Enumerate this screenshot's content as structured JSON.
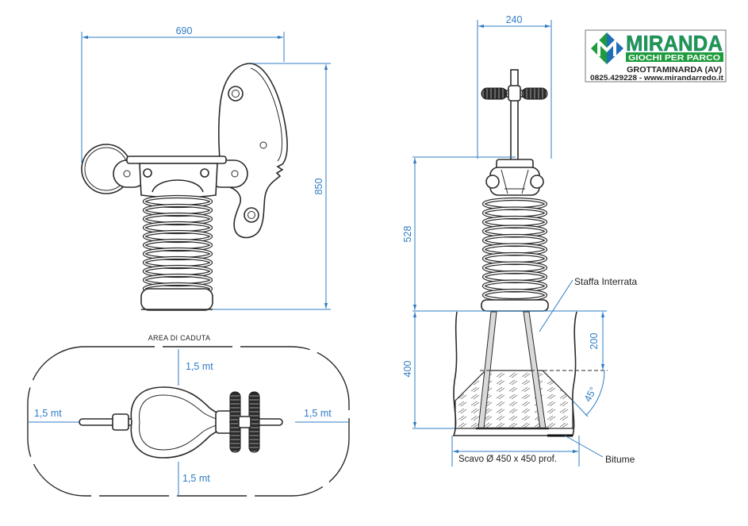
{
  "logo": {
    "name": "MIRANDA",
    "tagline": "GIOCHI PER PARCO",
    "city": "GROTTAMINARDA (AV)",
    "contact": "0825.429228 - www.mirandarredo.it",
    "icon": "miranda-diamond-logo-icon",
    "green": "#1e9b3c",
    "blue": "#1f6fb6"
  },
  "side_view": {
    "width": "690",
    "height": "850"
  },
  "front_view": {
    "width": "240",
    "height_above_ground": "528",
    "depth_below_ground": "400",
    "concrete_top": "200",
    "angle": "45°"
  },
  "callouts": {
    "anchor": "Staffa Interrata",
    "excavation": "Scavo Ø 450 x 450 prof.",
    "bitumen": "Bitume"
  },
  "fall_area": {
    "title": "AREA DI CADUTA",
    "top": "1,5 mt",
    "bottom": "1,5 mt",
    "left": "1,5 mt",
    "right": "1,5 mt"
  },
  "colors": {
    "dimension": "#2f7cc4",
    "drawing": "#2a2a2a"
  }
}
